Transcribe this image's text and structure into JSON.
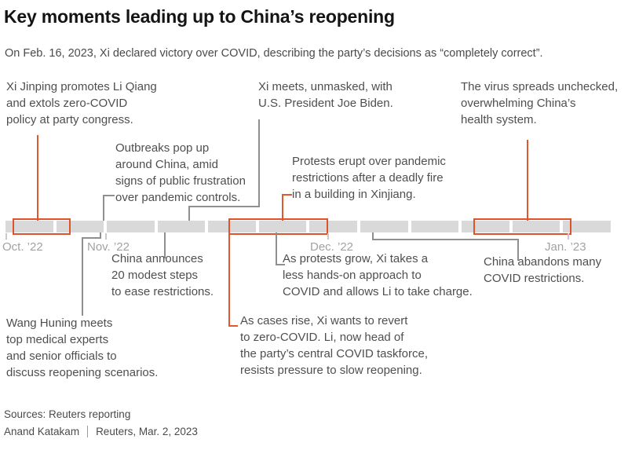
{
  "header": {
    "title": "Key moments leading up to China’s reopening",
    "subtitle": "On Feb. 16, 2023, Xi declared victory over COVID, describing the party’s decisions as “completely correct”."
  },
  "timeline": {
    "months": [
      "Oct. ’22",
      "Nov. ’22",
      "Dec. ’22",
      "Jan. ’23"
    ],
    "week_segments": 12,
    "colors": {
      "bar": "#d9d9d9",
      "highlight": "#e0532a",
      "connector_gray": "#8f8f8f",
      "connector_orange": "#de5a2e"
    }
  },
  "annotations": {
    "xi_promotes": "Xi Jinping promotes Li Qiang\nand extols zero-COVID\npolicy at party congress.",
    "outbreaks": "Outbreaks pop up\naround China, amid\nsigns of public frustration\nover pandemic controls.",
    "xi_meets": "Xi meets, unmasked, with\nU.S. President Joe Biden.",
    "protests": "Protests erupt over pandemic\nrestrictions after a deadly fire\nin a building in Xinjiang.",
    "virus": "The virus spreads unchecked,\noverwhelming China’s\nhealth system.",
    "wang": "Wang Huning meets\ntop medical experts\nand senior officials to\ndiscuss reopening scenarios.",
    "announces": "China announces\n20 modest steps\nto ease restrictions.",
    "protests_grow": "As protests grow, Xi takes a\nless hands-on approach to\nCOVID and allows Li to take charge.",
    "cases_rise": "As cases rise, Xi wants to revert\nto zero-COVID. Li, now head of\nthe party’s central COVID taskforce,\nresists pressure to slow reopening.",
    "abandons": "China abandons many\nCOVID restrictions."
  },
  "footer": {
    "sources": "Sources: Reuters reporting",
    "byline": "Anand Katakam",
    "credit": "Reuters, Mar. 2, 2023"
  }
}
